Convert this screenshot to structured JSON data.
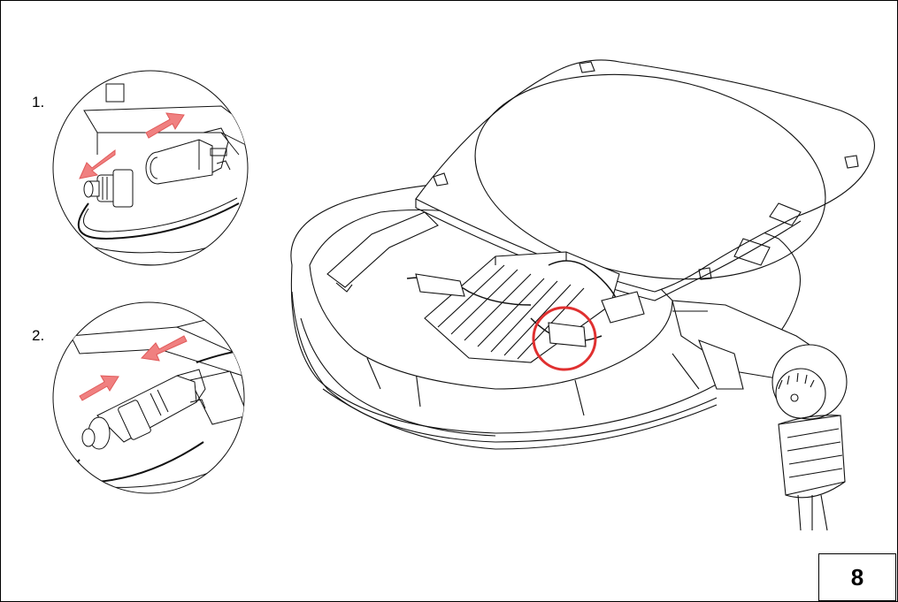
{
  "steps": [
    {
      "label": "1."
    },
    {
      "label": "2."
    }
  ],
  "page_number": "8",
  "colors": {
    "arrow": "#f08080",
    "arrow_stroke": "#e05a5a",
    "highlight_circle": "#e03030",
    "line": "#111111"
  }
}
